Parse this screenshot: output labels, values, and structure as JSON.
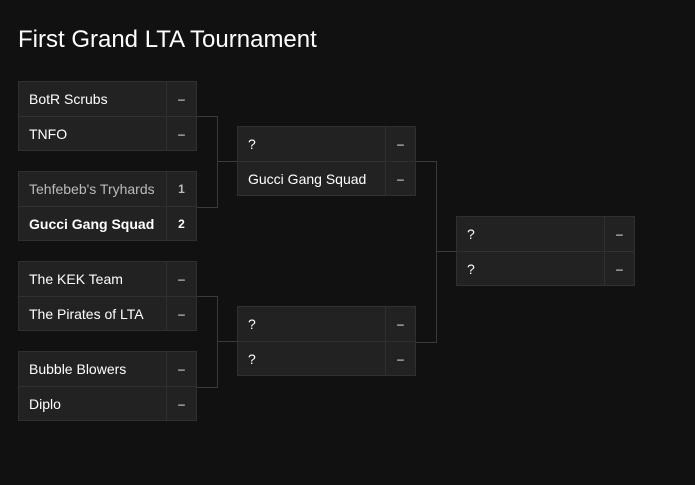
{
  "title": "First Grand LTA Tournament",
  "colors": {
    "background": "#111111",
    "match_bg": "#222222",
    "border": "#303030",
    "connector": "#3a3a3a",
    "text": "#ffffff",
    "loser_text": "#bbbbbb"
  },
  "rounds": [
    {
      "matches": [
        {
          "teams": [
            {
              "name": "BotR Scrubs",
              "score": "–"
            },
            {
              "name": "TNFO",
              "score": "–"
            }
          ]
        },
        {
          "teams": [
            {
              "name": "Tehfebeb's Tryhards",
              "score": "1",
              "status": "loser"
            },
            {
              "name": "Gucci Gang Squad",
              "score": "2",
              "status": "winner"
            }
          ]
        },
        {
          "teams": [
            {
              "name": "The KEK Team",
              "score": "–"
            },
            {
              "name": "The Pirates of LTA",
              "score": "–"
            }
          ]
        },
        {
          "teams": [
            {
              "name": "Bubble Blowers",
              "score": "–"
            },
            {
              "name": "Diplo",
              "score": "–"
            }
          ]
        }
      ]
    },
    {
      "matches": [
        {
          "teams": [
            {
              "name": "?",
              "score": "–"
            },
            {
              "name": "Gucci Gang Squad",
              "score": "–"
            }
          ]
        },
        {
          "teams": [
            {
              "name": "?",
              "score": "–"
            },
            {
              "name": "?",
              "score": "–"
            }
          ]
        }
      ]
    },
    {
      "matches": [
        {
          "teams": [
            {
              "name": "?",
              "score": "–"
            },
            {
              "name": "?",
              "score": "–"
            }
          ]
        }
      ]
    }
  ]
}
